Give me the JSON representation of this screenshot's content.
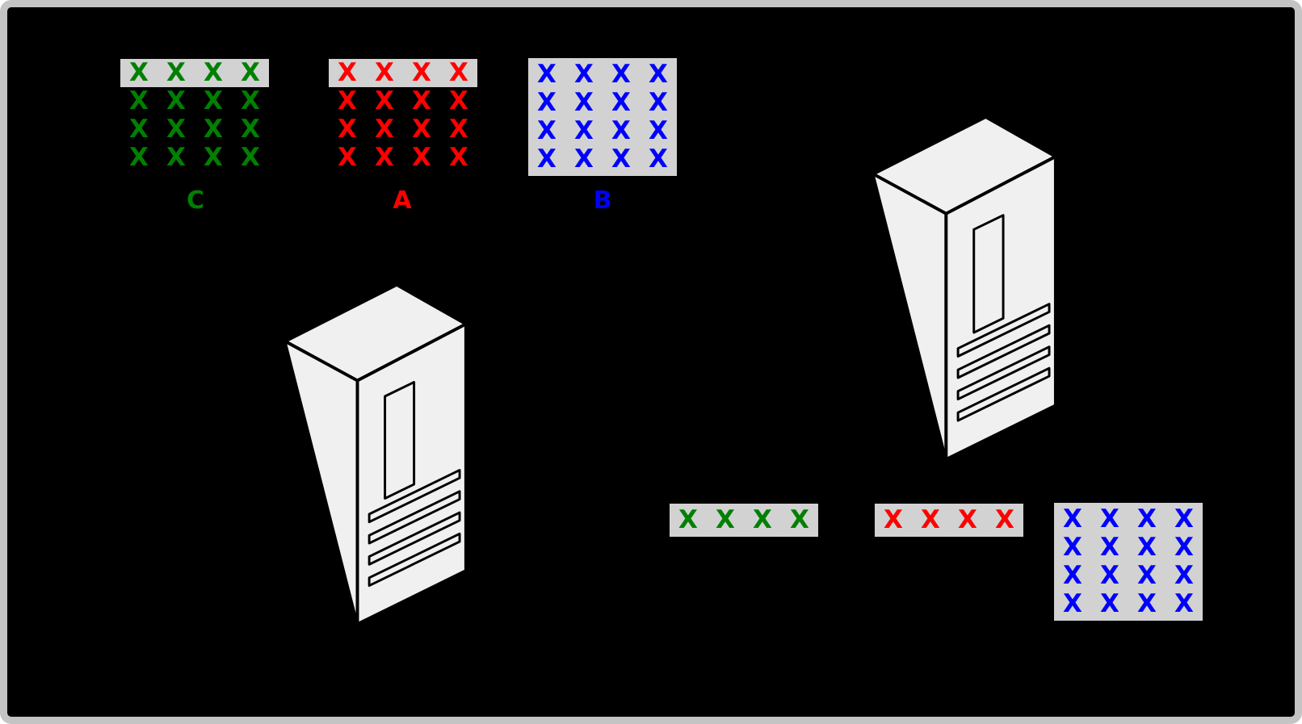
{
  "symbol": "X",
  "colors": {
    "background": "#000000",
    "frame": "#c4c4c4",
    "matrix_bg": "#d2d2d2",
    "green": "#008000",
    "red": "#ff0000",
    "blue": "#0000ff"
  },
  "icons": {
    "server_left": "computer-tower",
    "server_right": "computer-tower"
  },
  "matrices": {
    "C": {
      "label": "C",
      "color": "#008000",
      "rows": 4,
      "cols": 4,
      "highlight": "first-row"
    },
    "A": {
      "label": "A",
      "color": "#ff0000",
      "rows": 4,
      "cols": 4,
      "highlight": "first-row"
    },
    "B": {
      "label": "B",
      "color": "#0000ff",
      "rows": 4,
      "cols": 4,
      "highlight": "all"
    },
    "worker_C_row": {
      "label": "",
      "color": "#008000",
      "rows": 1,
      "cols": 4,
      "highlight": "all"
    },
    "worker_A_row": {
      "label": "",
      "color": "#ff0000",
      "rows": 1,
      "cols": 4,
      "highlight": "all"
    },
    "worker_B_block": {
      "label": "",
      "color": "#0000ff",
      "rows": 4,
      "cols": 4,
      "highlight": "all"
    }
  }
}
